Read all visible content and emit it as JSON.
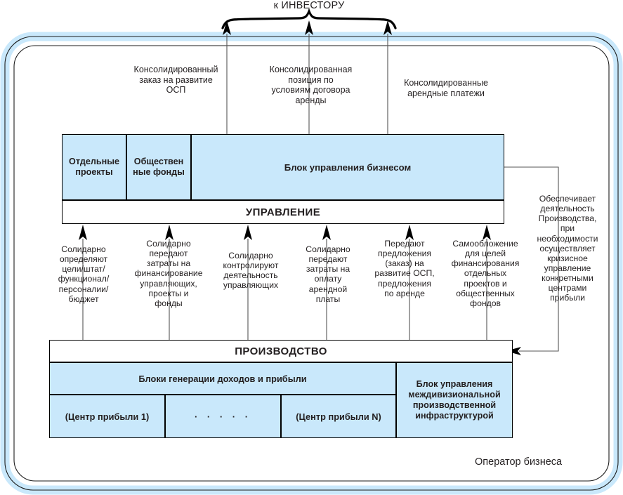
{
  "diagram": {
    "title_top": "к ИНВЕСТОРУ",
    "caption_bottom": "Оператор бизнеса",
    "colors": {
      "block_fill": "#c9e8fb",
      "frame": "#c9e8fb",
      "stroke": "#000000"
    },
    "top_flows": [
      {
        "id": "flow-osp-order",
        "label": "Консолидированный\nзаказ на развитие\nОСП"
      },
      {
        "id": "flow-lease-terms",
        "label": "Консолидированная\nпозиция по\nусловиям договора\nаренды"
      },
      {
        "id": "flow-lease-payments",
        "label": "Консолидированные\nарендные платежи"
      }
    ],
    "management": {
      "cells": [
        {
          "id": "separate-projects",
          "label": "Отдельные\nпроекты"
        },
        {
          "id": "public-funds",
          "label": "Обществен\nные фонды"
        },
        {
          "id": "business-management-block",
          "label": "Блок управления бизнесом"
        }
      ],
      "bar_label": "УПРАВЛЕНИЕ"
    },
    "mid_flows": [
      {
        "id": "flow-goals",
        "label": "Солидарно\nопределяют\nцели/штат/\nфункционал/\nперсоналии/\nбюджет"
      },
      {
        "id": "flow-financing",
        "label": "Солидарно\nпередают\nзатраты на\nфинансирование\nуправляющих,\nпроекты и\nфонды"
      },
      {
        "id": "flow-control",
        "label": "Солидарно\nконтролируют\nдеятельность\nуправляющих"
      },
      {
        "id": "flow-rent-costs",
        "label": "Солидарно\nпередают\nзатраты на\nоплату\nарендной\nплаты"
      },
      {
        "id": "flow-osp-proposals",
        "label": "Передают\nпредложения\n(заказ) на\nразвитие ОСП,\nпредложения\nпо аренде"
      },
      {
        "id": "flow-self-taxation",
        "label": "Самообложение\nдля целей\nфинансирования\nотдельных\nпроектов и\nобщественных\nфондов"
      }
    ],
    "right_note": "Обеспечивает\nдеятельность\nПроизводства,\nпри\nнеобходимости\nосуществляет\nкризисное\nуправление\nконкретными\nцентрами\nприбыли",
    "production": {
      "bar_label": "ПРОИЗВОДСТВО",
      "revenue_blocks_label": "Блоки генерации доходов и прибыли",
      "infrastructure_label": "Блок управления\nмеждивизиональной\nпроизводственной\nинфраструктурой",
      "profit_centers": [
        {
          "id": "profit-center-1",
          "label": "(Центр прибыли 1)"
        },
        {
          "id": "profit-center-ellipsis",
          "label": "· · · · ·"
        },
        {
          "id": "profit-center-n",
          "label": "(Центр прибыли N)"
        }
      ]
    }
  }
}
